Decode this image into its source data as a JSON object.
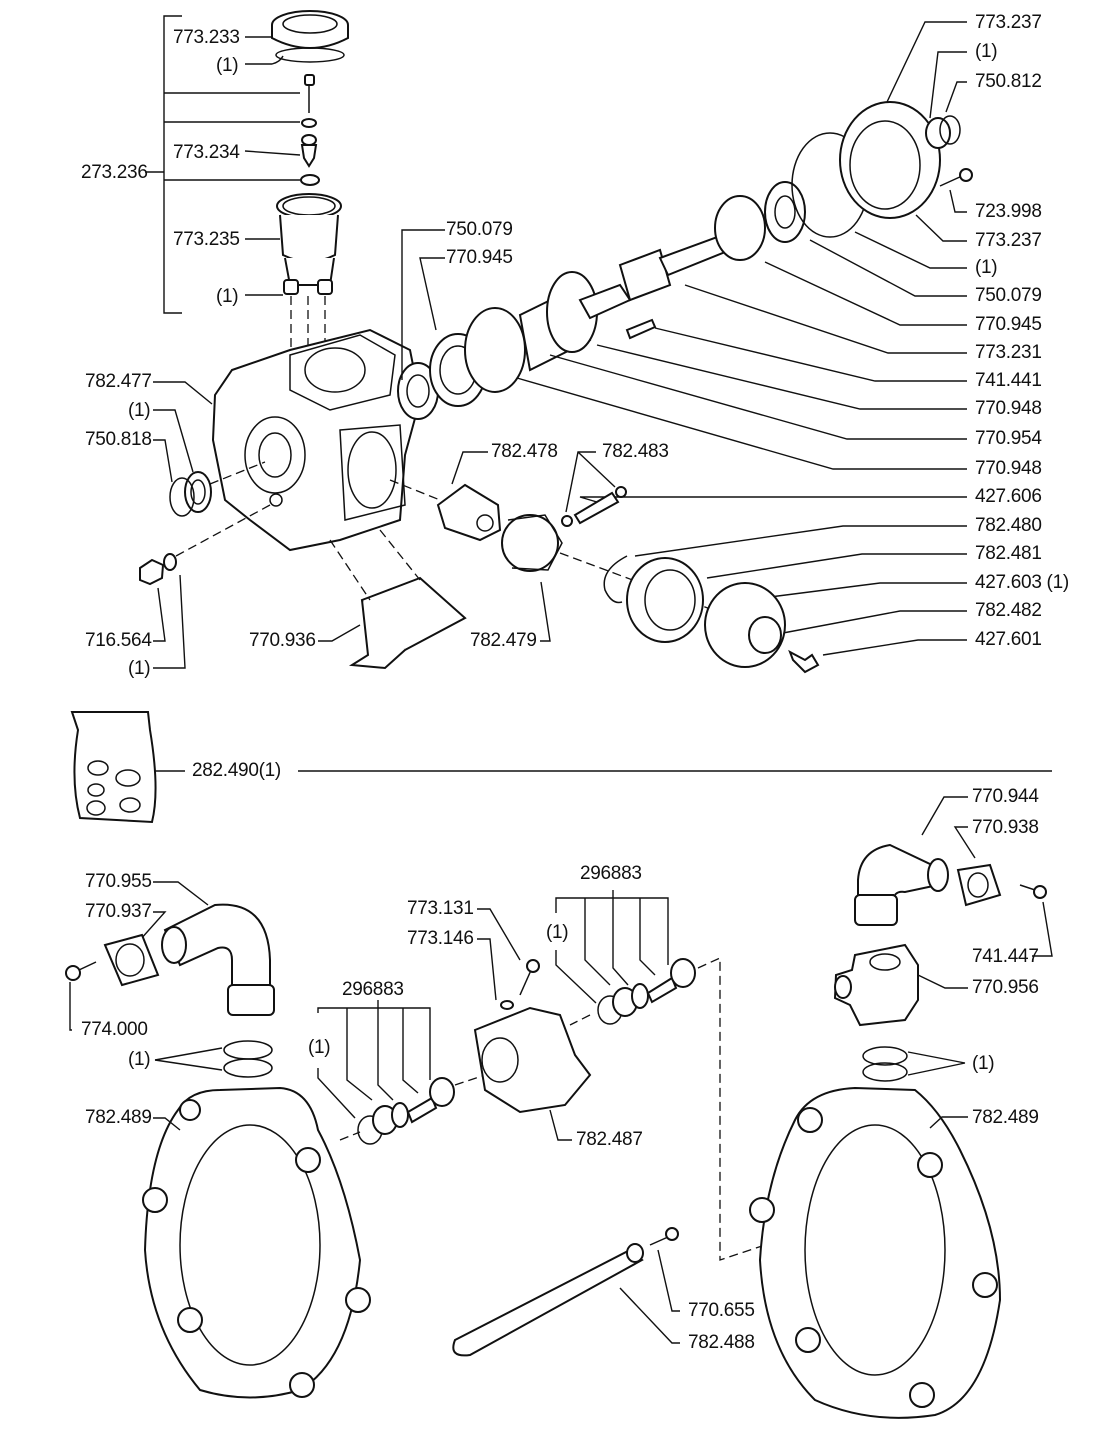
{
  "diagram": {
    "type": "exploded-parts-diagram",
    "sections": {
      "top": {
        "assembly_group": {
          "label": "273.236",
          "members": [
            "773.233",
            "(1)",
            "773.234",
            "773.235",
            "(1)"
          ]
        },
        "left_labels": [
          "773.233",
          "(1)",
          "773.234",
          "773.235",
          "(1)",
          "782.477",
          "(1)",
          "750.818",
          "716.564",
          "(1)"
        ],
        "center_labels": [
          "750.079",
          "770.945",
          "782.478",
          "782.483",
          "782.479",
          "770.936"
        ],
        "right_labels": [
          "773.237",
          "(1)",
          "750.812",
          "723.998",
          "773.237",
          "(1)",
          "750.079",
          "770.945",
          "773.231",
          "741.441",
          "770.948",
          "770.954",
          "770.948",
          "427.606",
          "782.480",
          "782.481",
          "427.603 (1)",
          "782.482",
          "427.601"
        ]
      },
      "kit": {
        "label": "282.490(1)"
      },
      "bottom": {
        "left_labels": [
          "770.955",
          "770.937",
          "774.000",
          "(1)",
          "782.489"
        ],
        "valve_left": {
          "group": "296883",
          "sub": "(1)"
        },
        "valve_center": [
          "773.131",
          "773.146",
          "782.487"
        ],
        "valve_right": {
          "group": "296883",
          "sub": "(1)"
        },
        "right_labels": [
          "770.944",
          "770.938",
          "741.447",
          "770.956",
          "(1)",
          "782.489"
        ],
        "handle_labels": [
          "770.655",
          "782.488"
        ]
      }
    }
  },
  "labels": {
    "l_273_236": "273.236",
    "l_773_233": "773.233",
    "l_p1_a": "(1)",
    "l_773_234": "773.234",
    "l_773_235": "773.235",
    "l_p1_b": "(1)",
    "l_782_477": "782.477",
    "l_p1_c": "(1)",
    "l_750_818": "750.818",
    "l_716_564": "716.564",
    "l_p1_d": "(1)",
    "l_750_079_c": "750.079",
    "l_770_945_c": "770.945",
    "l_782_478": "782.478",
    "l_782_483": "782.483",
    "l_782_479": "782.479",
    "l_770_936": "770.936",
    "r_773_237_a": "773.237",
    "r_p1_a": "(1)",
    "r_750_812": "750.812",
    "r_723_998": "723.998",
    "r_773_237_b": "773.237",
    "r_p1_b": "(1)",
    "r_750_079": "750.079",
    "r_770_945": "770.945",
    "r_773_231": "773.231",
    "r_741_441": "741.441",
    "r_770_948_a": "770.948",
    "r_770_954": "770.954",
    "r_770_948_b": "770.948",
    "r_427_606": "427.606",
    "r_782_480": "782.480",
    "r_782_481": "782.481",
    "r_427_603": "427.603 (1)",
    "r_782_482": "782.482",
    "r_427_601": "427.601",
    "k_282_490": "282.490(1)",
    "b_770_955": "770.955",
    "b_770_937": "770.937",
    "b_774_000": "774.000",
    "b_p1_a": "(1)",
    "b_782_489_l": "782.489",
    "b_296883_l": "296883",
    "b_p1_vl": "(1)",
    "b_773_131": "773.131",
    "b_773_146": "773.146",
    "b_782_487": "782.487",
    "b_296883_r": "296883",
    "b_p1_vr": "(1)",
    "b_770_944": "770.944",
    "b_770_938": "770.938",
    "b_741_447": "741.447",
    "b_770_956": "770.956",
    "b_p1_b": "(1)",
    "b_782_489_r": "782.489",
    "b_770_655": "770.655",
    "b_782_488": "782.488"
  }
}
